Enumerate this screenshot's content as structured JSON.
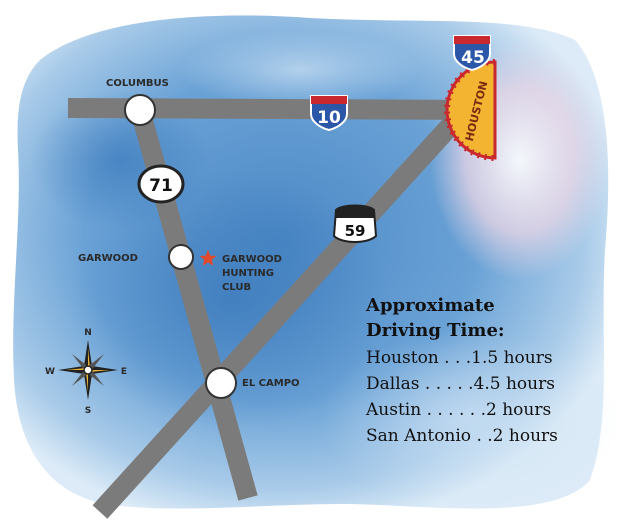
{
  "map": {
    "cities": {
      "columbus": "COLUMBUS",
      "garwood": "GARWOOD",
      "el_campo": "EL CAMPO",
      "houston": "HOUSTON"
    },
    "landmark": {
      "lines": [
        "GARWOOD",
        "HUNTING",
        "CLUB"
      ],
      "marker_color": "#e04a2a"
    },
    "shields": {
      "i45": "45",
      "i10": "10",
      "us59": "59",
      "tx71": "71"
    },
    "compass": {
      "n": "N",
      "s": "S",
      "e": "E",
      "w": "W"
    },
    "colors": {
      "water": "#5b95cc",
      "road": "#7b7b7b",
      "interstate_blue": "#2c56a8",
      "interstate_red": "#c8282e",
      "houston_fill": "#f2b431"
    }
  },
  "driving_time": {
    "title_line1": "Approximate",
    "title_line2": "Driving Time:",
    "rows": [
      "Houston . . .1.5 hours",
      "Dallas . . . . .4.5 hours",
      "Austin . . . . . .2 hours",
      "San Antonio . .2 hours"
    ]
  }
}
